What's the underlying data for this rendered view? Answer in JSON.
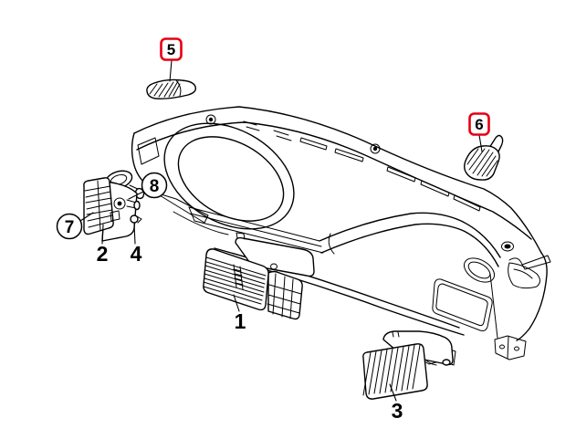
{
  "diagram": {
    "background_color": "#ffffff",
    "line_color": "#000000",
    "highlight_color": "#e60012",
    "callouts": [
      {
        "label": "1",
        "style": "plain"
      },
      {
        "label": "2",
        "style": "plain"
      },
      {
        "label": "3",
        "style": "plain"
      },
      {
        "label": "4",
        "style": "plain"
      },
      {
        "label": "5",
        "style": "highlight-box"
      },
      {
        "label": "6",
        "style": "highlight-box"
      },
      {
        "label": "7",
        "style": "circle"
      },
      {
        "label": "8",
        "style": "circle"
      }
    ]
  }
}
